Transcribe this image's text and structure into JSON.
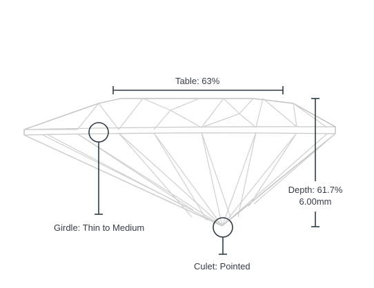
{
  "labels": {
    "table": "Table: 63%",
    "depth_line1": "Depth: 61.7%",
    "depth_line2": "6.00mm",
    "girdle": "Girdle: Thin to Medium",
    "culet": "Culet: Pointed"
  },
  "colors": {
    "diamond_lines": "#cfcfcf",
    "measure_lines": "#2e3b44",
    "text": "#333d44"
  }
}
